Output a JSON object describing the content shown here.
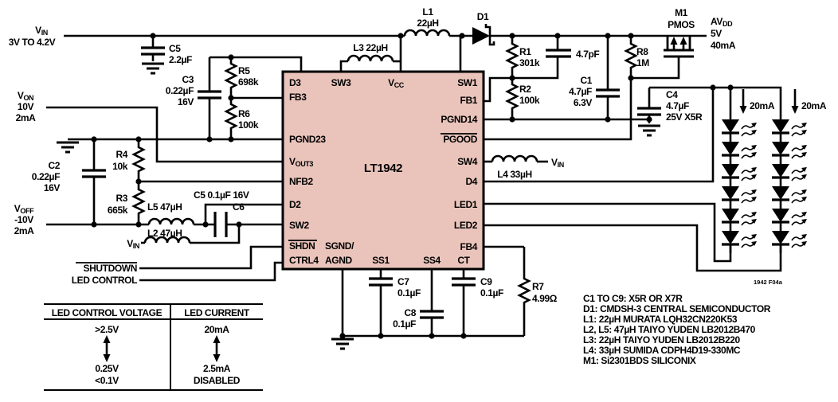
{
  "colors": {
    "ic_fill": "#eac4bb",
    "wire": "#000000",
    "background": "#ffffff"
  },
  "ic": {
    "part": "LT1942",
    "d3": "D3",
    "fb3": "FB3",
    "pgnd23": "PGND23",
    "vout3_main": "V",
    "vout3_sub": "OUT3",
    "nfb2": "NFB2",
    "d2": "D2",
    "sw2": "SW2",
    "shdn": "SHDN",
    "ctrl4": "CTRL4",
    "sw3": "SW3",
    "vcc_main": "V",
    "vcc_sub": "CC",
    "sw1": "SW1",
    "fb1": "FB1",
    "pgnd14": "PGND14",
    "pgood": "PGOOD",
    "sw4": "SW4",
    "d4": "D4",
    "led1": "LED1",
    "led2": "LED2",
    "fb4": "FB4",
    "sgnd": "SGND/",
    "agnd": "AGND",
    "ss1": "SS1",
    "ss4": "SS4",
    "ct": "CT"
  },
  "supplies": {
    "vin_main": "V",
    "vin_sub": "IN",
    "vin_range": "3V TO 4.2V",
    "von_main": "V",
    "von_sub": "ON",
    "von_volt": "10V",
    "von_curr": "2mA",
    "voff_main": "V",
    "voff_sub": "OFF",
    "voff_volt": "-10V",
    "voff_curr": "2mA",
    "avdd_main": "AV",
    "avdd_sub": "DD",
    "avdd_volt": "5V",
    "avdd_curr": "40mA",
    "shutdown": "SHUTDOWN",
    "led_control": "LED CONTROL"
  },
  "parts": {
    "c5a_ref": "C5",
    "c5a_val": "2.2µF",
    "c3_ref": "C3",
    "c3_val": "0.22µF",
    "c3_rating": "16V",
    "r5_ref": "R5",
    "r5_val": "698k",
    "r6_ref": "R6",
    "r6_val": "100k",
    "c2_ref": "C2",
    "c2_val": "0.22µF",
    "c2_rating": "16V",
    "r4_ref": "R4",
    "r4_val": "10k",
    "r3_ref": "R3",
    "r3_val": "665k",
    "c5b_label": "C5 0.1µF 16V",
    "l5_label": "L5 47µH",
    "c6_ref": "C6",
    "l2_label": "L2 47µH",
    "l3_label": "L3 22µH",
    "l1_ref": "L1",
    "l1_val": "22µH",
    "d1_ref": "D1",
    "r1_ref": "R1",
    "r1_val": "301k",
    "cp_val": "4.7pF",
    "r2_ref": "R2",
    "r2_val": "100k",
    "c1_ref": "C1",
    "c1_val": "4.7µF",
    "c1_rating": "6.3V",
    "r8_ref": "R8",
    "r8_val": "1M",
    "m1_ref": "M1",
    "m1_type": "PMOS",
    "c4_ref": "C4",
    "c4_val": "4.7µF",
    "c4_rating": "25V X5R",
    "l4_label": "L4 33µH",
    "c7_ref": "C7",
    "c7_val": "0.1µF",
    "c8_ref": "C8",
    "c8_val": "0.1µF",
    "c9_ref": "C9",
    "c9_val": "0.1µF",
    "r7_ref": "R7",
    "r7_val": "4.99Ω",
    "led_current": "20mA"
  },
  "table": {
    "col1_header": "LED CONTROL VOLTAGE",
    "col2_header": "LED CURRENT",
    "row1_voltage": ">2.5V",
    "row1_current": "20mA",
    "row2_voltage": "0.25V",
    "row2_current": "2.5mA",
    "row3_voltage": "<0.1V",
    "row3_current": "DISABLED"
  },
  "notes": {
    "line1": "C1 TO C9: X5R OR X7R",
    "line2": "D1: CMDSH-3 CENTRAL SEMICONDUCTOR",
    "line3": "L1: 22µH MURATA LQH32CN220K53",
    "line4": "L2, L5: 47µH TAIYO YUDEN LB2012B470",
    "line5": "L3: 22µH TAIYO YUDEN LB2012B220",
    "line6": "L4: 33µH SUMIDA CDPH4D19-330MC",
    "line7": "M1: Si2301BDS SILICONIX"
  },
  "figure_id": "1942 F04a"
}
